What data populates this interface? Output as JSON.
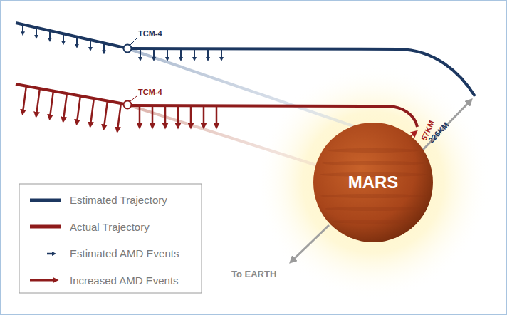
{
  "diagram": {
    "nodes": [
      {
        "text": [
          "MARS"
        ]
      }
    ],
    "labels": [
      "TCM-4",
      "TCM-4",
      "57KM",
      "226KM",
      "To EARTH"
    ],
    "legend": [
      {
        "text": "Estimated Trajectory"
      },
      {
        "text": "Actual Trajectory"
      },
      {
        "text": "Estimated AMD Events"
      },
      {
        "text": "Increased AMD Events"
      }
    ]
  }
}
